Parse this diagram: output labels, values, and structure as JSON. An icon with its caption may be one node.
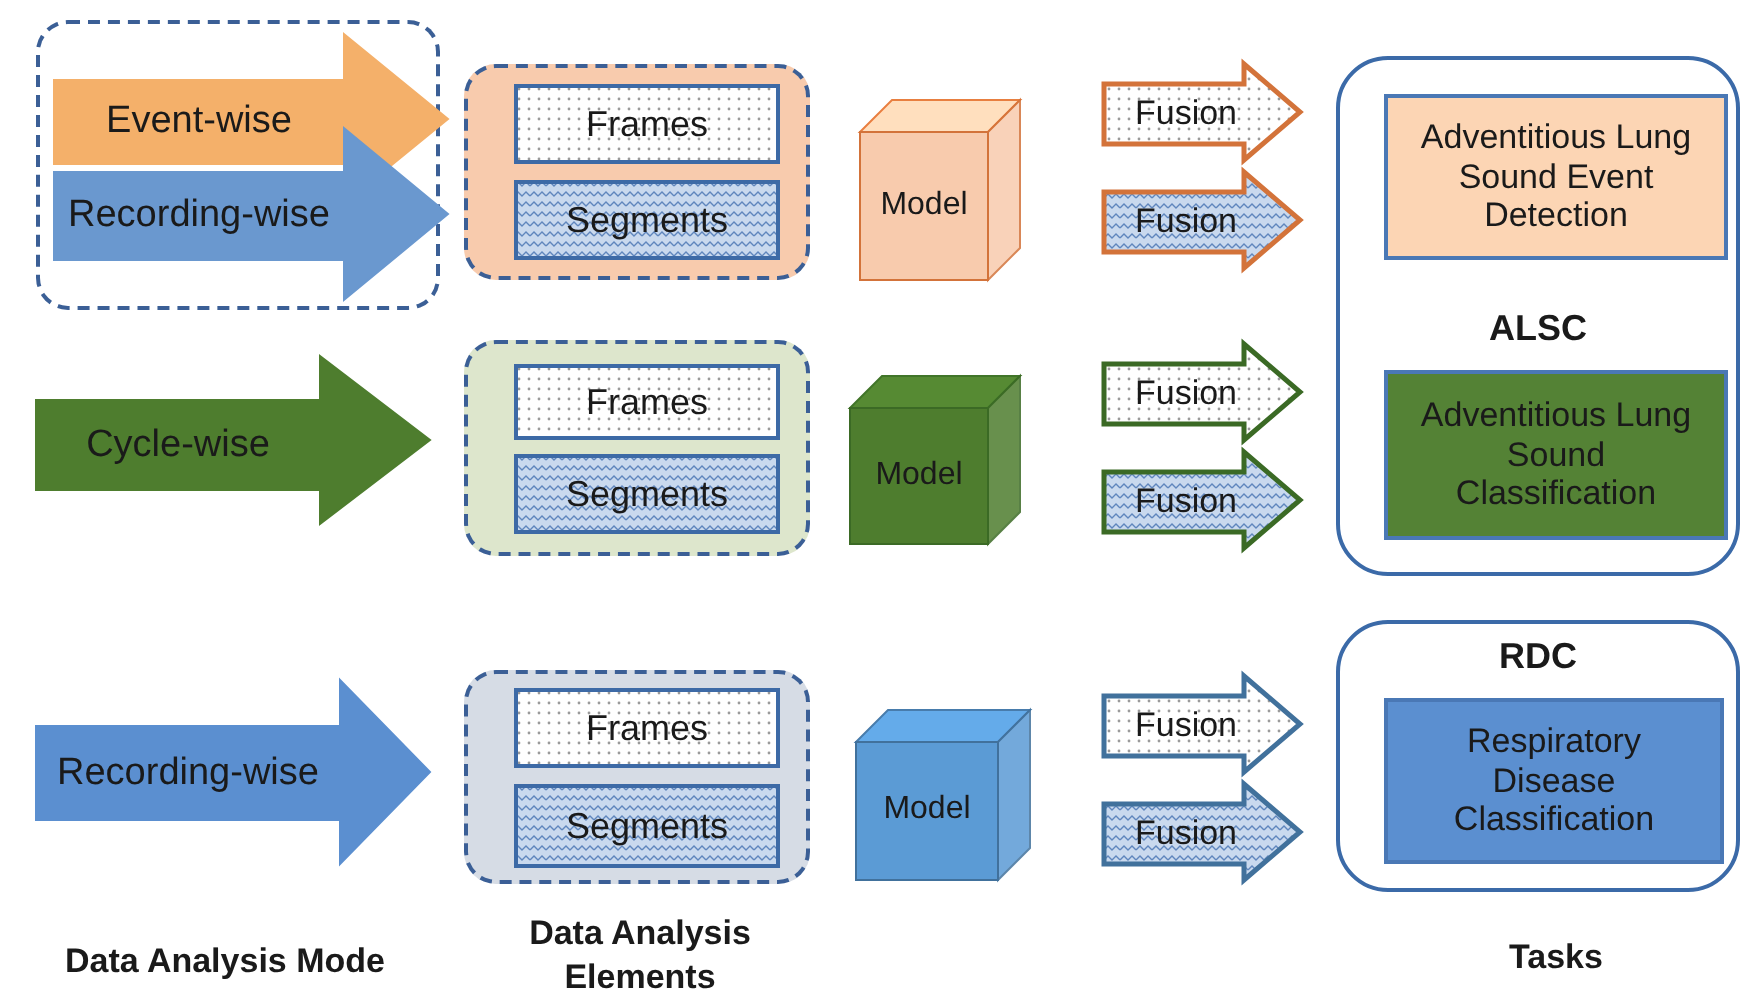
{
  "diagram": {
    "nodes": [
      {
        "text": [],
        "shape": "box"
      },
      {
        "text": [
          "Event-wise"
        ],
        "in": 0
      },
      {
        "text": [
          "Recording-wise"
        ],
        "in": 0
      },
      {
        "text": [],
        "shape": "box"
      },
      {
        "text": [
          "Frames"
        ],
        "in": 3
      },
      {
        "text": [
          "Segments"
        ],
        "in": 3
      },
      {
        "text": [
          "Model"
        ]
      },
      {
        "text": [
          "Fusion"
        ]
      },
      {
        "text": [
          "Fusion"
        ]
      },
      {
        "text": [
          "ALSC"
        ]
      },
      {
        "text": [
          "Adventitious Lung Sound Event Detection"
        ],
        "in": 9
      },
      {
        "text": [
          "Cycle-wise"
        ]
      },
      {
        "text": [],
        "shape": "box"
      },
      {
        "text": [
          "Frames"
        ],
        "in": 12
      },
      {
        "text": [
          "Segments"
        ],
        "in": 12
      },
      {
        "text": [
          "Model"
        ]
      },
      {
        "text": [
          "Fusion"
        ]
      },
      {
        "text": [
          "Fusion"
        ]
      },
      {
        "text": [
          "Adventitious Lung Sound Classification"
        ],
        "in": 9
      },
      {
        "text": [
          "Recording-wise"
        ]
      },
      {
        "text": [],
        "shape": "box"
      },
      {
        "text": [
          "Frames"
        ],
        "in": 20
      },
      {
        "text": [
          "Segments"
        ],
        "in": 20
      },
      {
        "text": [
          "Model"
        ]
      },
      {
        "text": [
          "Fusion"
        ]
      },
      {
        "text": [
          "Fusion"
        ]
      },
      {
        "text": [
          "RDC"
        ]
      },
      {
        "text": [
          "Respiratory Disease Classification"
        ],
        "in": 26
      }
    ],
    "labels": [
      "Data Analysis Mode",
      "Data Analysis Elements",
      "Tasks"
    ]
  }
}
